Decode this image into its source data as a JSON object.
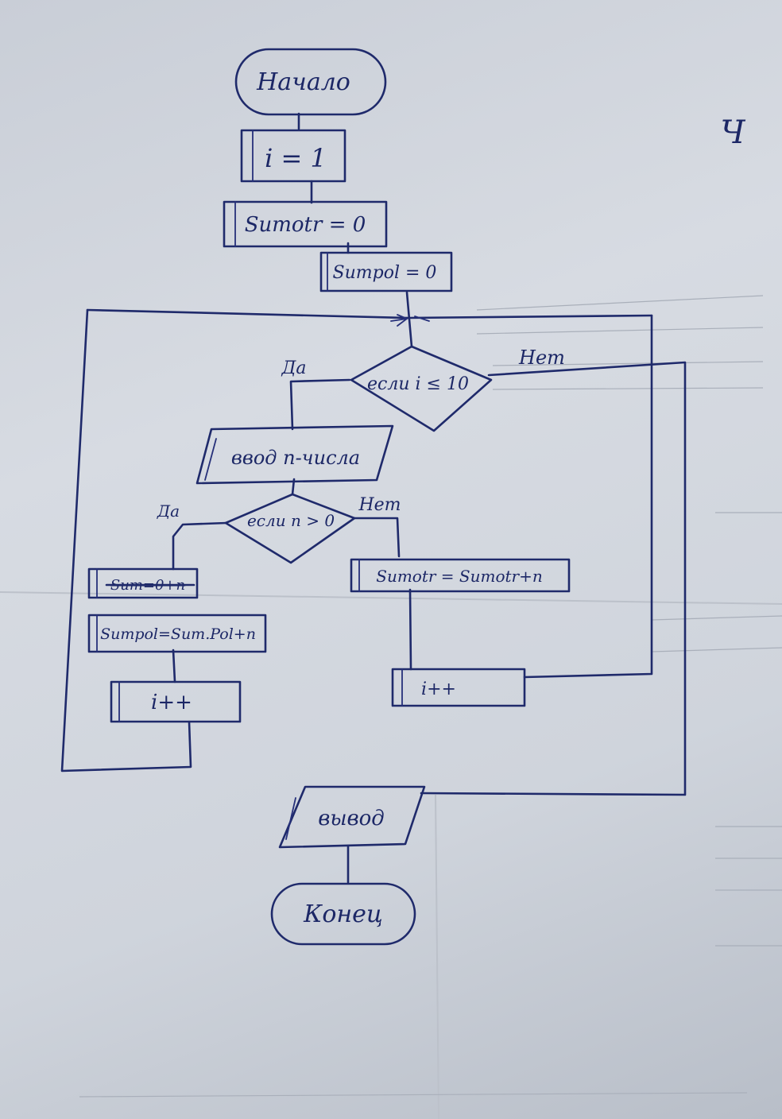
{
  "flowchart": {
    "corner_mark": "Ч",
    "start": "Начало",
    "init_i": "i = 1",
    "init_sumotr": "Sumotr = 0",
    "init_sumpol": "Sumpol = 0",
    "cond_loop": "если i ≤ 10",
    "cond_loop_yes": "Да",
    "cond_loop_no": "Нет",
    "input": "ввод n-числа",
    "cond_n": "если n > 0",
    "cond_n_yes": "Да",
    "cond_n_no": "Нет",
    "strike_box": "Sum=0+n",
    "sumpol_update": "Sumpol=Sum.Pol+n",
    "sumotr_update": "Sumotr = Sumotr+n",
    "inc_left": "i++",
    "inc_right": "i++",
    "output": "вывод",
    "end": "Конец"
  },
  "colors": {
    "ink": "#1f2a6b",
    "paper": "#d3d7de"
  }
}
